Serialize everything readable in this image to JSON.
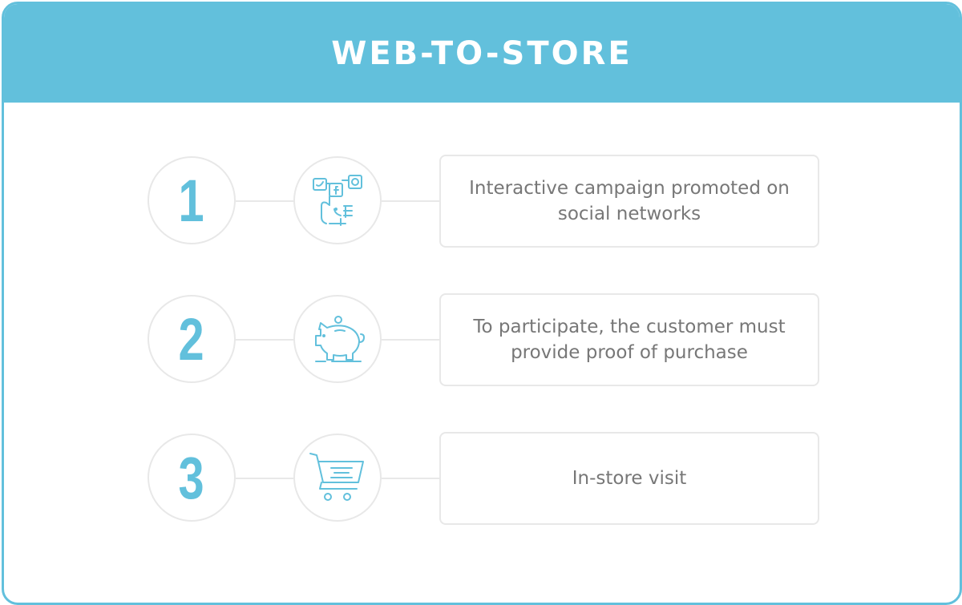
{
  "header": {
    "title": "WEB-TO-STORE"
  },
  "colors": {
    "accent": "#62c0dc",
    "border": "#e8e8e8",
    "text": "#777777"
  },
  "steps": [
    {
      "number": "1",
      "icon": "social-media-hand-icon",
      "text": "Interactive campaign promoted on social networks"
    },
    {
      "number": "2",
      "icon": "piggy-bank-icon",
      "text": "To participate, the customer must provide proof of purchase"
    },
    {
      "number": "3",
      "icon": "shopping-cart-icon",
      "text": "In-store visit"
    }
  ]
}
